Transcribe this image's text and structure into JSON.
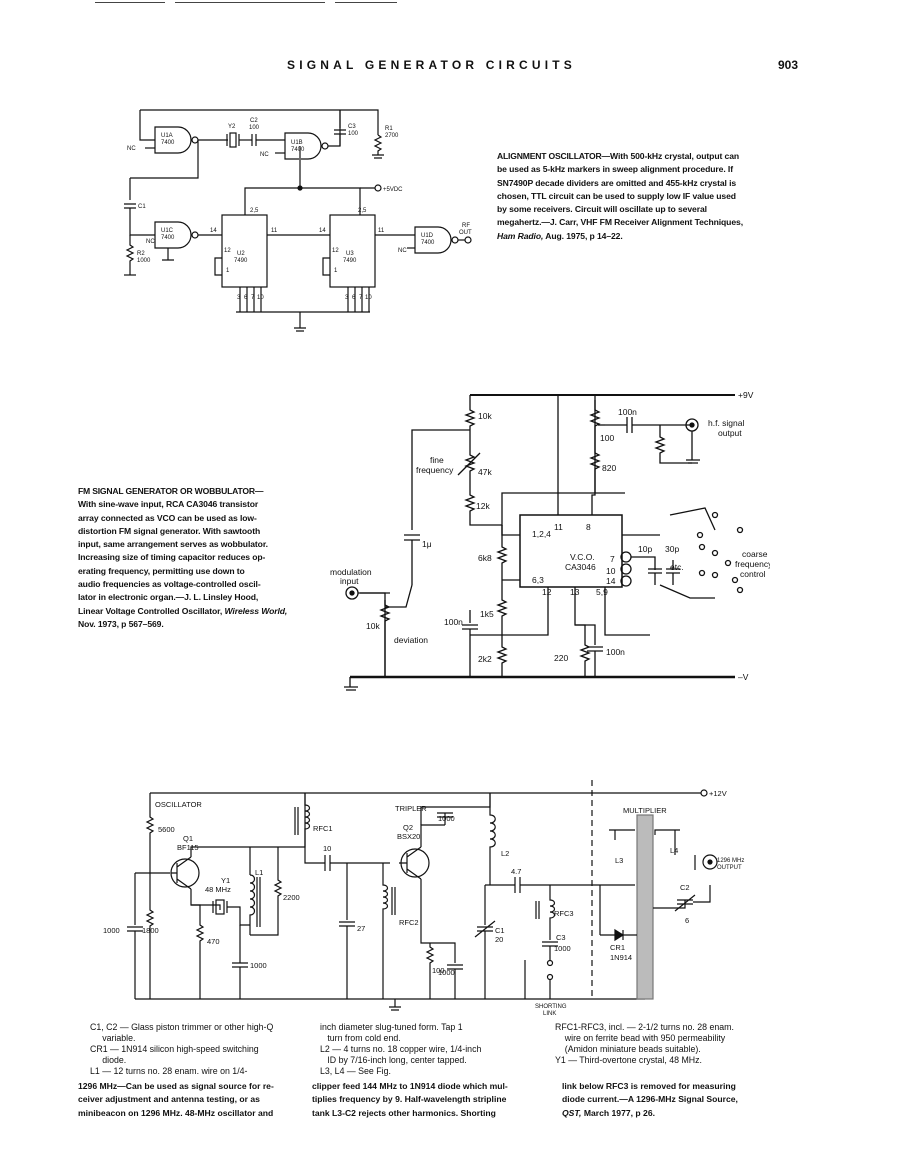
{
  "header": {
    "running_title": "SIGNAL GENERATOR CIRCUITS",
    "page_number": "903"
  },
  "circuit1": {
    "caption_title": "ALIGNMENT OSCILLATOR",
    "caption_body": "With 500-kHz crystal, output can be used as 5-kHz markers in sweep alignment procedure. If SN7490P decade dividers are omitted and 455-kHz crystal is chosen, TTL circuit can be used to supply low IF value used by some receivers. Circuit will oscillate up to several megahertz.",
    "caption_ref": "J. Carr, VHF FM Receiver Alignment Techniques,",
    "caption_journal": "Ham Radio,",
    "caption_date": "Aug. 1975, p 14–22.",
    "labels": {
      "u1a": "U1A",
      "u1a_type": "7400",
      "u1b": "U1B",
      "u1b_type": "7400",
      "u1c": "U1C",
      "u1c_type": "7400",
      "u1d": "U1D",
      "u1d_type": "7400",
      "u2": "U2",
      "u2_type": "7490",
      "u3": "U3",
      "u3_type": "7490",
      "y2": "Y2",
      "c2": "C2",
      "c2_val": "100",
      "c3": "C3",
      "c3_val": "100",
      "r1": "R1",
      "r1_val": "2700",
      "r2": "R2",
      "r2_val": "1000",
      "c1": "C1",
      "nc": "NC",
      "vcc": "+5VDC",
      "rf_out": "RF",
      "rf_out2": "OUT",
      "pin_25": "2,5",
      "pin_14": "14",
      "pin_11": "11",
      "pin_12": "12",
      "pin_1": "1",
      "pins_bottom": [
        "3",
        "6",
        "7",
        "10"
      ]
    }
  },
  "circuit2": {
    "caption_title": "FM SIGNAL GENERATOR OR WOBBULATOR",
    "caption_lines": [
      "With sine-wave input, RCA CA3046 transistor",
      "array connected as VCO can be used as low-",
      "distortion FM signal generator. With sawtooth",
      "input, same arrangement serves as wobbulator.",
      "Increasing size of timing capacitor reduces op-",
      "erating frequency, permitting use down to",
      "audio frequencies as voltage-controlled oscil-",
      "lator in electronic organ.—J. L. Linsley Hood,",
      "Linear Voltage Controlled Oscillator,"
    ],
    "caption_journal": "Wireless World,",
    "caption_date": "Nov. 1973, p 567–569.",
    "labels": {
      "plus9v": "+9V",
      "minus_v": "–V",
      "r10k": "10k",
      "fine": "fine",
      "frequency": "frequency",
      "r47k": "47k",
      "r12k": "12k",
      "r6k8": "6k8",
      "r1k5": "1k5",
      "r2k2": "2k2",
      "c100n": "100n",
      "c1u": "1μ",
      "modulation": "modulation",
      "input": "input",
      "deviation": "deviation",
      "pot10k": "10k",
      "c100n_top": "100n",
      "r100": "100",
      "r820": "820",
      "hf1": "h.f. signal",
      "hf2": "output",
      "vco": "V.C.O.",
      "ca3046": "CA3046",
      "p11": "11",
      "p8": "8",
      "p124": "1,2,4",
      "p63": "6,3",
      "p12": "12",
      "p13": "13",
      "p59": "5,9",
      "p7": "7",
      "p10": "10",
      "p14": "14",
      "c10p": "10p",
      "c30p": "30p",
      "etc": "etc.",
      "coarse": "coarse",
      "cfreq": "frequency",
      "control": "control",
      "r220": "220",
      "c100n_b": "100n"
    }
  },
  "circuit3": {
    "labels": {
      "oscillator": "OSCILLATOR",
      "tripler": "TRIPLER",
      "multiplier": "MULTIPLIER",
      "plus12v": "+12V",
      "r5600": "5600",
      "q1": "Q1",
      "bf115": "BF115",
      "y1": "Y1",
      "mhz48": "48 MHz",
      "l1": "L1",
      "r2200": "2200",
      "c1000a": "1000",
      "r1800": "1800",
      "r470": "470",
      "c1000b": "1000",
      "rfc1": "RFC1",
      "c10": "10",
      "q2": "Q2",
      "bsx20": "BSX20",
      "c1000c": "1000",
      "l2": "L2",
      "c27": "27",
      "rfc2": "RFC2",
      "c1": "C1",
      "c1_val": "20",
      "r100": "100",
      "c1000d": "1000",
      "c47": "4.7",
      "rfc3": "RFC3",
      "c3": "C3",
      "c3_val": "1000",
      "shorting": "SHORTING",
      "link": "LINK",
      "cr1": "CR1",
      "in914": "1N914",
      "l3": "L3",
      "l4": "L4",
      "c2": "C2",
      "c2_val": "6",
      "out1": "1296 MHz",
      "out2": "OUTPUT"
    },
    "notes_col1": [
      "C1, C2 — Glass piston trimmer or other high-Q",
      "     variable.",
      "CR1 — 1N914 silicon high-speed switching",
      "     diode.",
      "L1 — 12 turns no. 28 enam. wire on 1/4-"
    ],
    "notes_col2": [
      "inch diameter slug-tuned form. Tap 1",
      "   turn from cold end.",
      "L2 — 4 turns no. 18 copper wire, 1/4-inch",
      "   ID by 7/16-inch long, center tapped.",
      "L3, L4 — See Fig."
    ],
    "notes_col3": [
      "RFC1-RFC3, incl. — 2-1/2 turns no. 28 enam.",
      "    wire on ferrite bead with 950 permeability",
      "    (Amidon miniature beads suitable).",
      "Y1 — Third-overtone crystal, 48 MHz."
    ],
    "caption_col1": [
      "1296 MHz—Can be used as signal source for re-",
      "ceiver adjustment and antenna testing, or as",
      "minibeacon on 1296 MHz. 48-MHz oscillator and"
    ],
    "caption_col2": [
      "clipper feed 144 MHz to 1N914 diode which mul-",
      "tiplies frequency by 9. Half-wavelength stripline",
      "tank L3-C2 rejects other harmonics. Shorting"
    ],
    "caption_col3": [
      "link below RFC3 is removed for measuring",
      "diode current.—A 1296-MHz Signal Source,"
    ],
    "caption_col3_journal": "QST,",
    "caption_col3_date": "March 1977, p 26."
  }
}
